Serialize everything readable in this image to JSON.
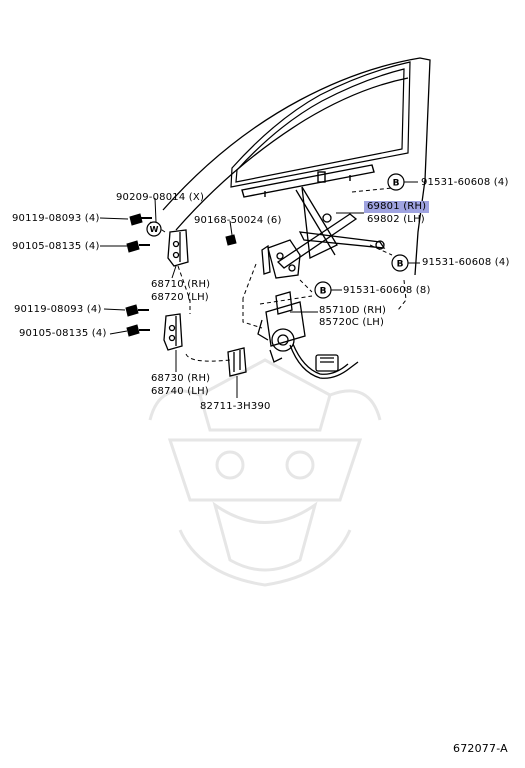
{
  "labels": {
    "p90209": "90209-08014 (X)",
    "p90119a": "90119-08093 (4)",
    "p90105a": "90105-08135 (4)",
    "p90168": "90168-50024 (6)",
    "p68710": "68710 (RH)",
    "p68720": "68720 (LH)",
    "p90119b": "90119-08093 (4)",
    "p90105b": "90105-08135 (4)",
    "p68730": "68730 (RH)",
    "p68740": "68740 (LH)",
    "p82711": "82711-3H390",
    "p91531a": "91531-60608 (4)",
    "p69801": "69801 (RH)",
    "p69802": "69802 (LH)",
    "p91531b": "91531-60608 (4)",
    "p91531c": "91531-60608 (8)",
    "p85710": "85710D (RH)",
    "p85720": "85720C (LH)"
  },
  "callouts": {
    "b1": "B",
    "b2": "B",
    "b3": "B",
    "w": "W"
  },
  "footer": {
    "diagram_code": "672077-A"
  },
  "colors": {
    "highlight": "#9fa3e0",
    "ink": "#000000",
    "watermark": "#e6e6e6"
  }
}
